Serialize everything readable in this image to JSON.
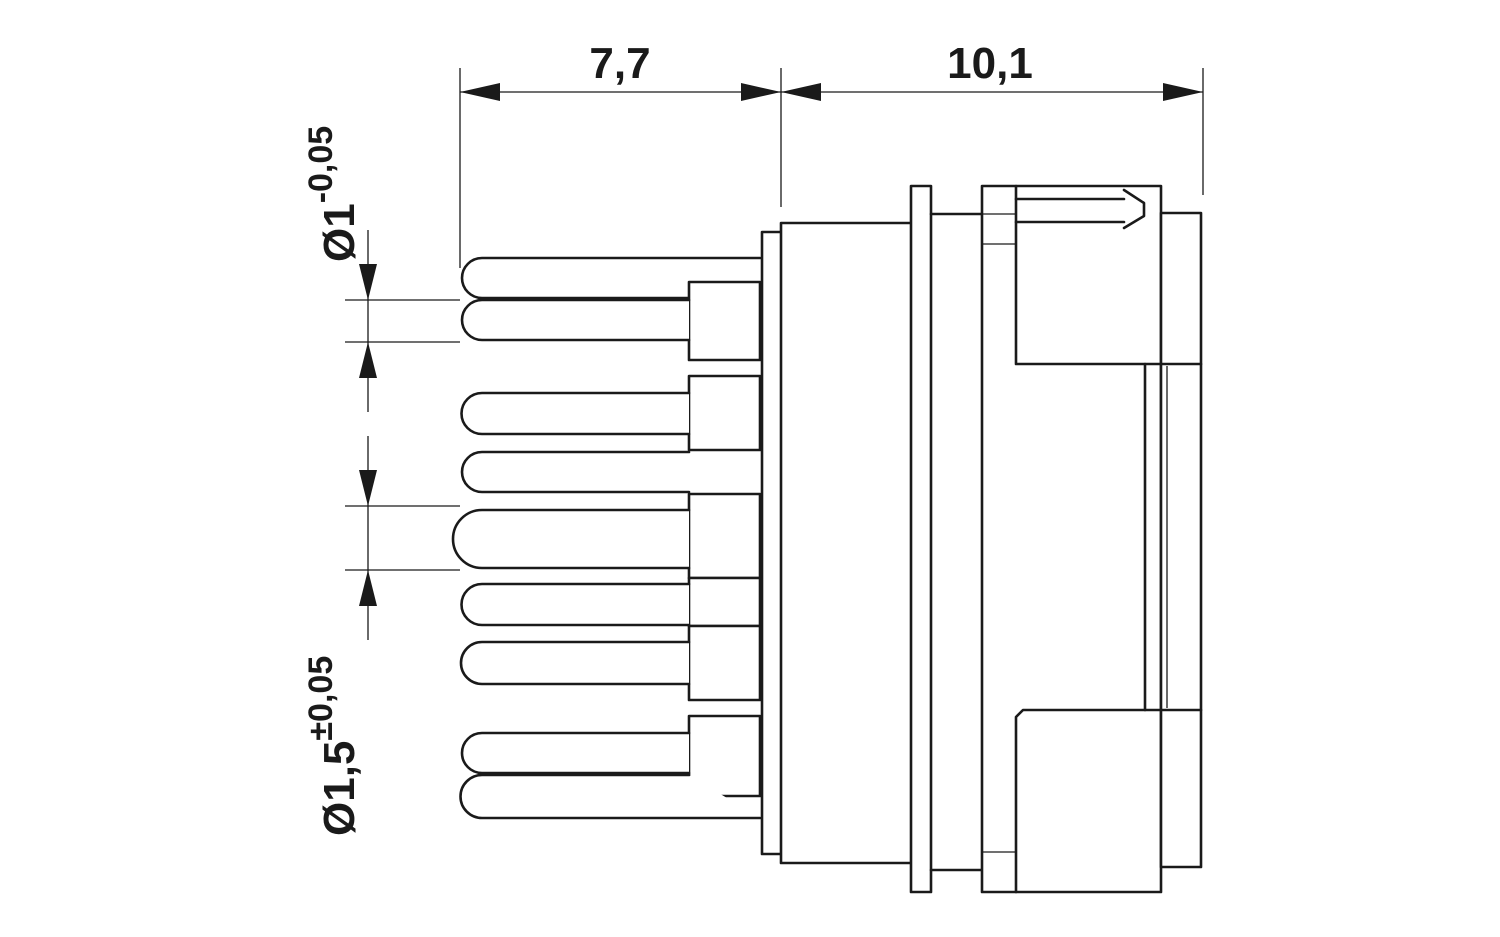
{
  "dimensions": {
    "pin_length": "7,7",
    "body_length": "10,1",
    "pin_diameter_prefix": "Ø1",
    "pin_diameter_tolerance": "-0,05",
    "pitch_prefix": "Ø1,5",
    "pitch_tolerance": "±0,05"
  },
  "colors": {
    "line": "#1a1a1a",
    "background": "#ffffff"
  }
}
